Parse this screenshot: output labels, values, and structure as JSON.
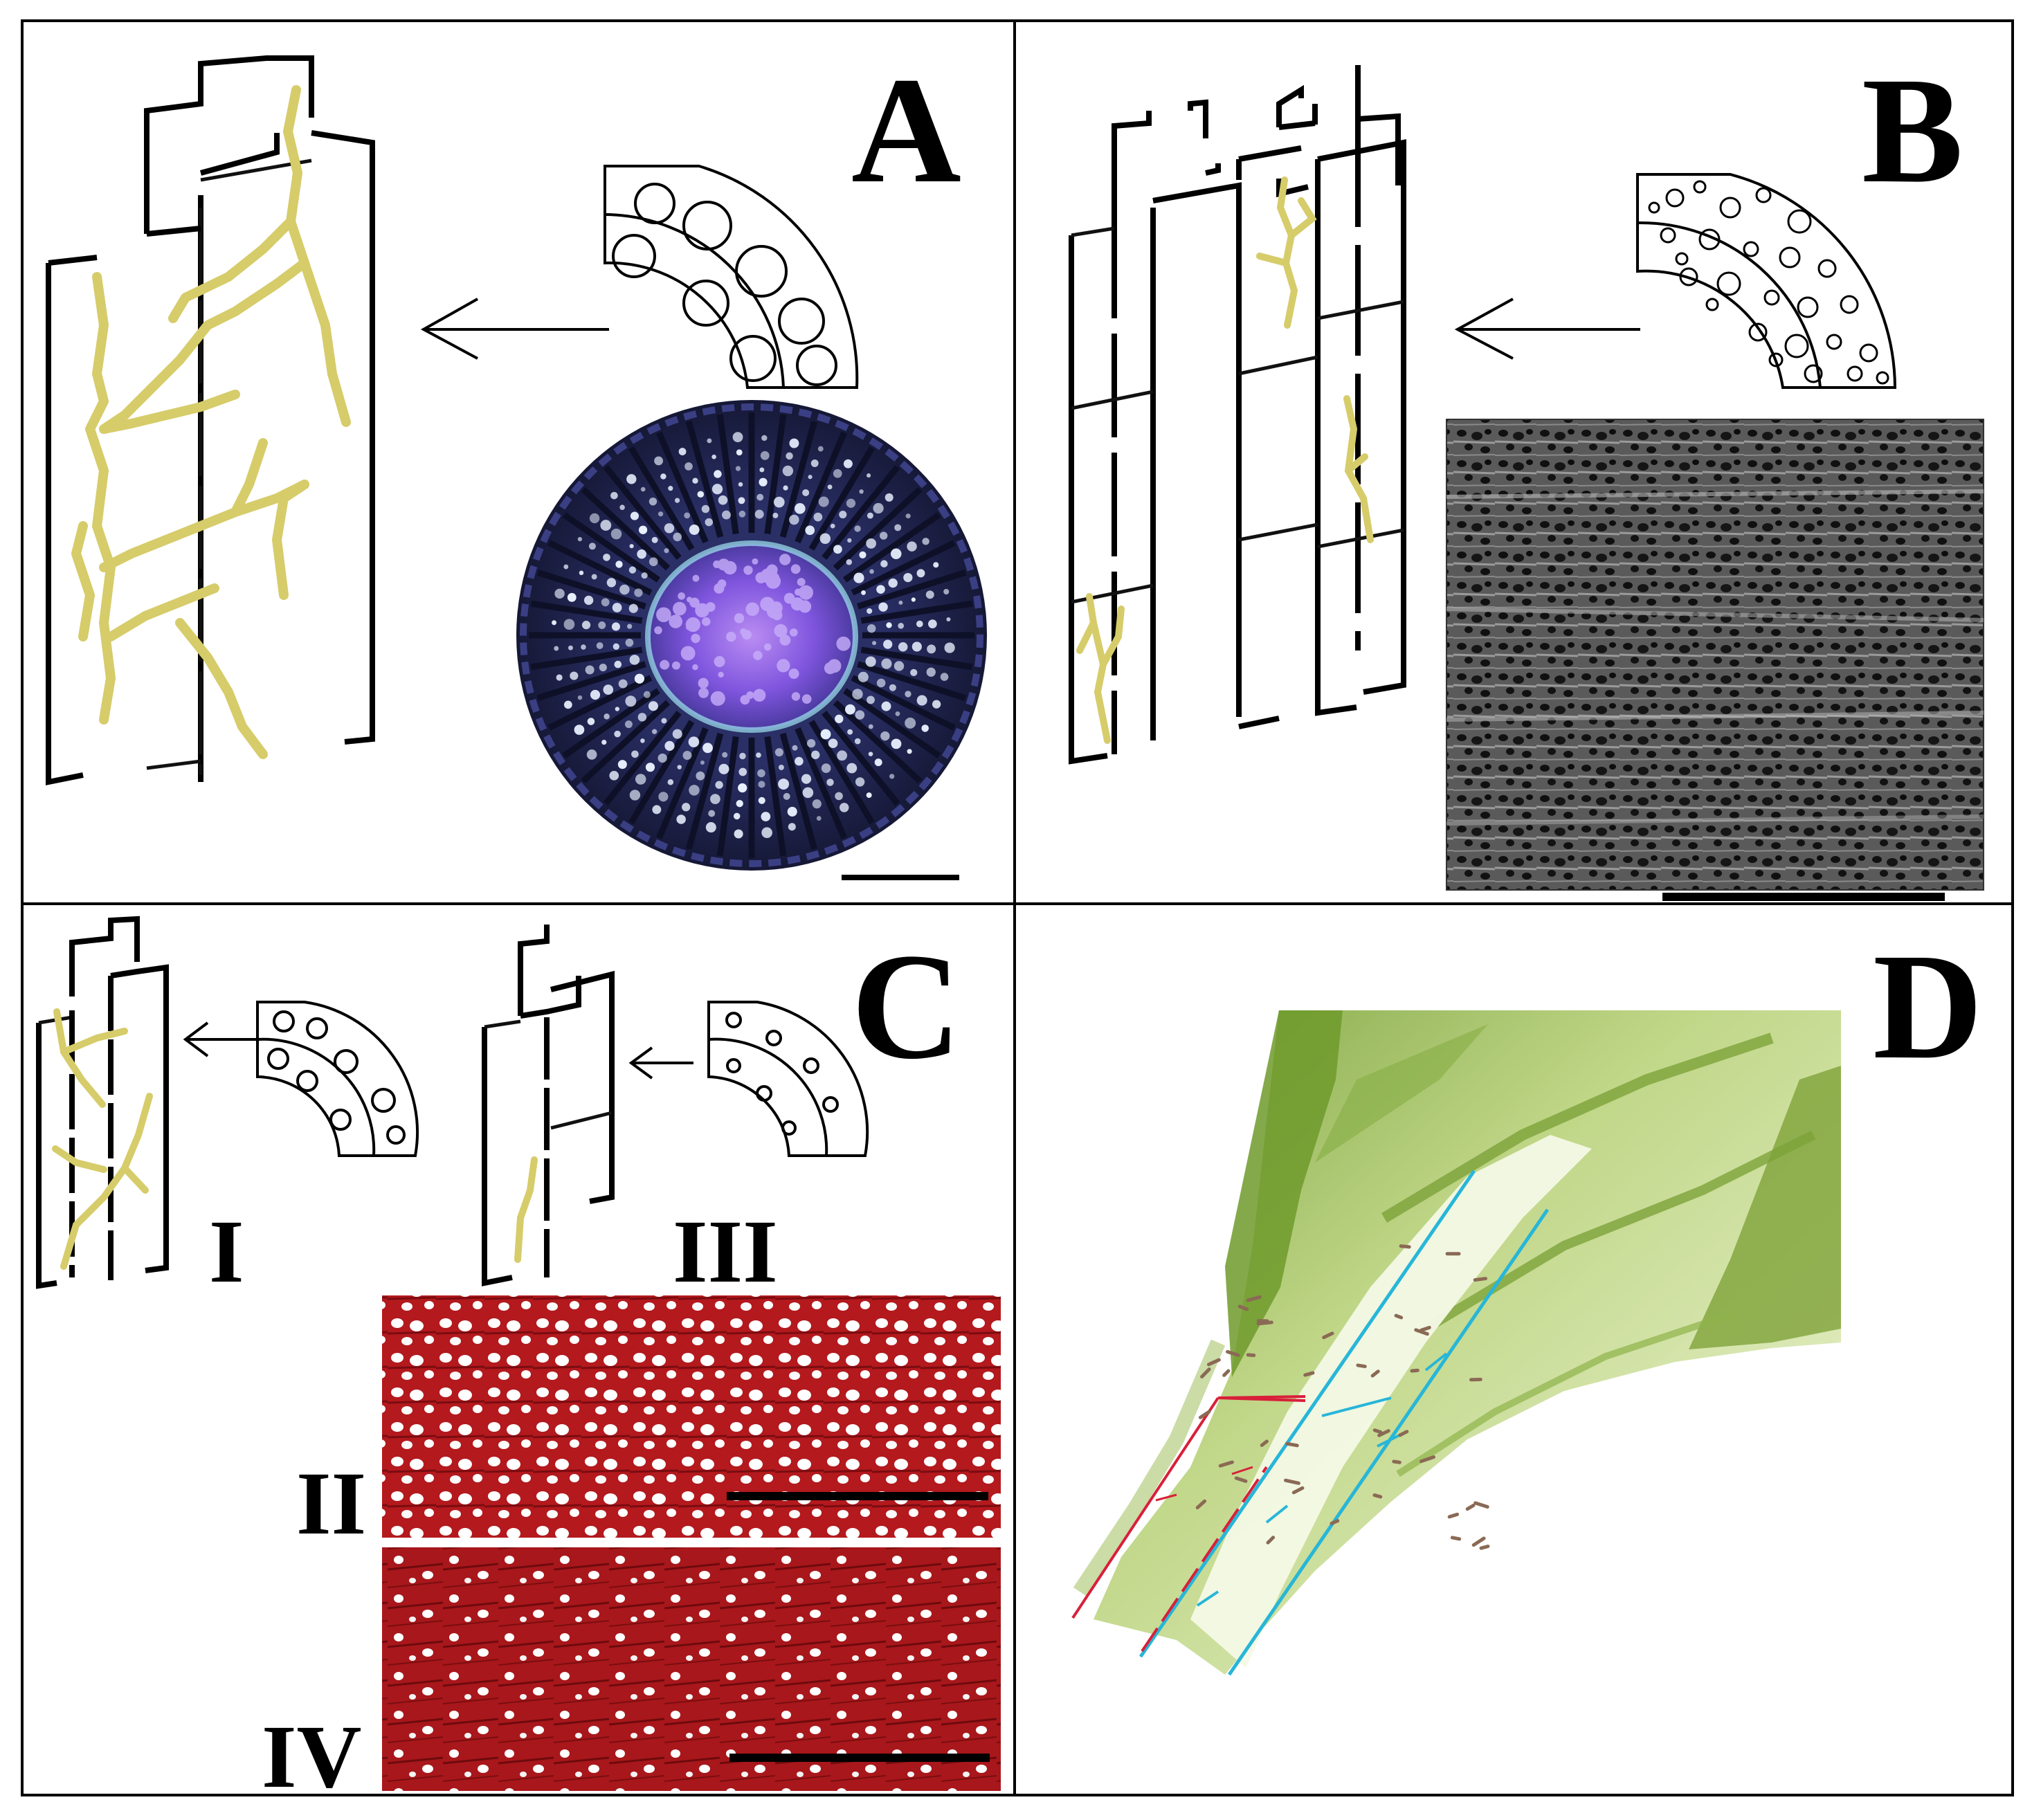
{
  "panels": {
    "a": {
      "letter": "A"
    },
    "b": {
      "letter": "B"
    },
    "c": {
      "letter": "C",
      "sub_labels": [
        "I",
        "II",
        "III",
        "IV"
      ]
    },
    "d": {
      "letter": "D"
    }
  },
  "colors": {
    "hypha": "#d6cc6a",
    "cross_section_dark": "#1c2046",
    "cross_section_pith": "#8a5fe0",
    "micrograph_gray": "#4a4a4a",
    "micrograph_red": "#b01818",
    "leaf_green": "#7fa23a",
    "vein_blue": "#27b6d8",
    "vein_red": "#d8203a"
  }
}
